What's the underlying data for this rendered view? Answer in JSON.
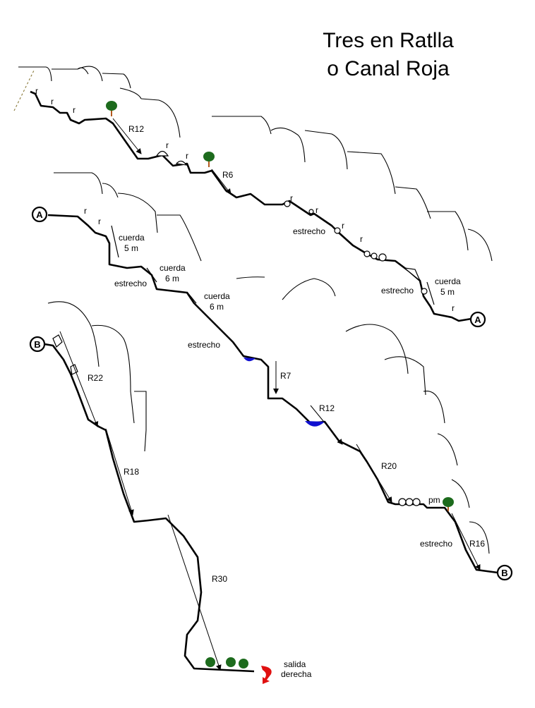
{
  "title": {
    "line1": "Tres en Ratlla",
    "line2": "o Canal Roja"
  },
  "nodes": {
    "a_start": "A",
    "a_end": "A",
    "b_start": "B",
    "b_end": "B"
  },
  "rappels": [
    "R12",
    "R6",
    "R7",
    "R12",
    "R20",
    "R16",
    "R22",
    "R18",
    "R30"
  ],
  "labels": {
    "r": "r",
    "estrecho": "estrecho",
    "cuerda": "cuerda",
    "cuerda_5m": "5 m",
    "cuerda_6m": "6 m",
    "pm": "pm",
    "salida_1": "salida",
    "salida_2": "derecha"
  },
  "colors": {
    "tree": "#1d6b1d",
    "trunk": "#b35a1f",
    "water": "#1010d0",
    "exit_arrow": "#e01010"
  }
}
